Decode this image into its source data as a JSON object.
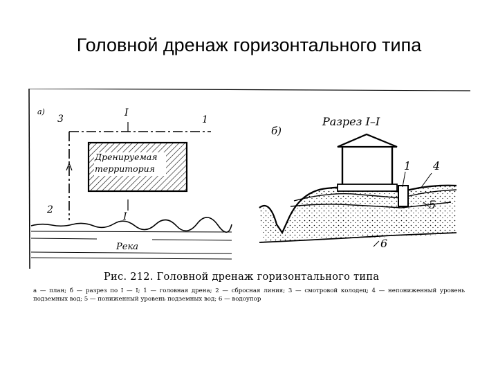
{
  "title": "Головной дренаж горизонтального типа",
  "diagram": {
    "plan": {
      "marker": "а)",
      "labels": {
        "n3": "3",
        "section_top": "I",
        "n1": "1",
        "n2": "2",
        "section_bottom": "I"
      },
      "territory": {
        "line1": "Дренируемая",
        "line2": "территория"
      },
      "river": "Река"
    },
    "section": {
      "marker": "б)",
      "title": "Разрез I–I",
      "labels": {
        "n1": "1",
        "n4": "4",
        "n5": "5",
        "n6": "6"
      }
    }
  },
  "caption": "Рис. 212. Головной дренаж горизонтального типа",
  "legend": "а — план; б — разрез по I — I; 1 — головная дрена; 2 — сбросная линия; 3 — смотровой колодец; 4 — непониженный уровень подземных вод; 5 — пониженный уровень подземных вод; 6 — водоупор"
}
